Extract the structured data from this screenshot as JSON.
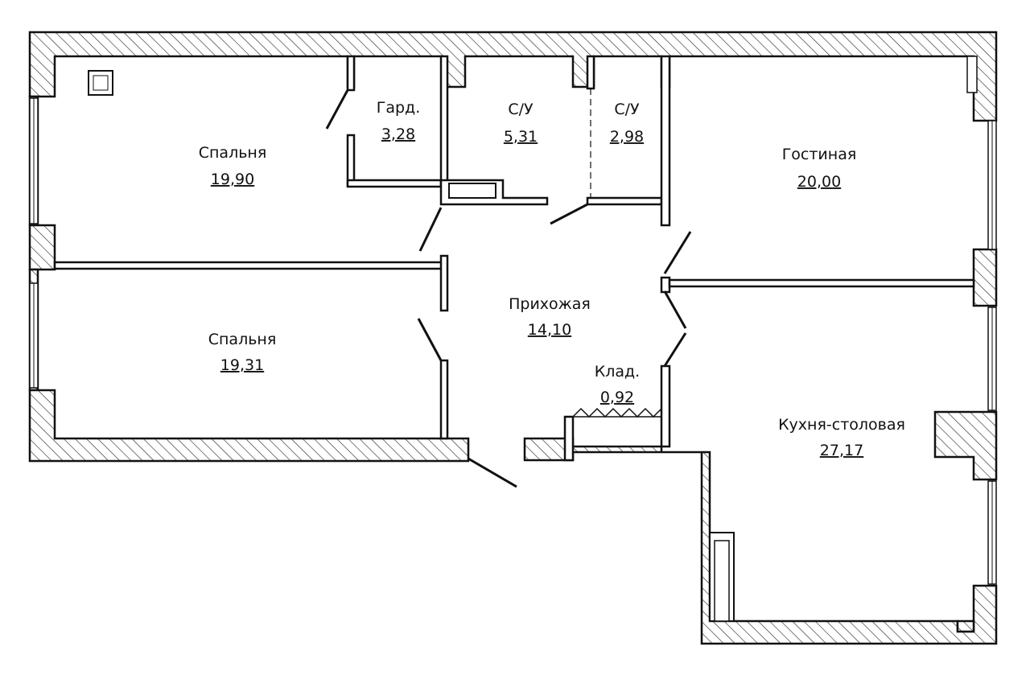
{
  "plan": {
    "rooms": [
      {
        "id": "bedroom-1",
        "label": "Спальня",
        "area": "19,90"
      },
      {
        "id": "wardrobe",
        "label": "Гард.",
        "area": "3,28"
      },
      {
        "id": "bathroom-1",
        "label": "С/У",
        "area": "5,31"
      },
      {
        "id": "bathroom-2",
        "label": "С/У",
        "area": "2,98"
      },
      {
        "id": "living-room",
        "label": "Гостиная",
        "area": "20,00"
      },
      {
        "id": "bedroom-2",
        "label": "Спальня",
        "area": "19,31"
      },
      {
        "id": "hallway",
        "label": "Прихожая",
        "area": "14,10"
      },
      {
        "id": "storage",
        "label": "Клад.",
        "area": "0,92"
      },
      {
        "id": "kitchen",
        "label": "Кухня-столовая",
        "area": "27,17"
      }
    ]
  }
}
